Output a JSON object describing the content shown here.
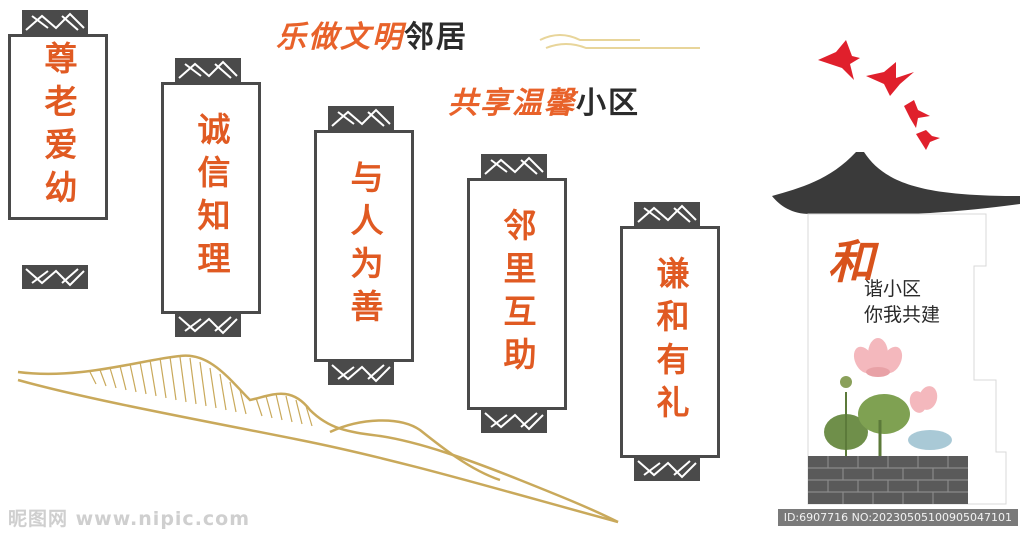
{
  "slogans": {
    "line1_highlight": "乐做文明",
    "line1_dark": "邻居",
    "line2_highlight": "共享温馨",
    "line2_dark": "小区"
  },
  "scrolls": [
    {
      "text": "尊老爱幼"
    },
    {
      "text": "诚信知理"
    },
    {
      "text": "与人为善"
    },
    {
      "text": "邻里互助"
    },
    {
      "text": "谦和有礼"
    }
  ],
  "harmony": {
    "big_char": "和",
    "line1": "谐小区",
    "line2": "你我共建"
  },
  "footer": {
    "watermark": "昵图网 www.nipic.com",
    "image_id": "ID:6907716 NO:20230505100905047101"
  },
  "colors": {
    "accent": "#e8622a",
    "frame": "#4a4a4a",
    "gold": "#c9a95b",
    "bird": "#e0202c"
  }
}
